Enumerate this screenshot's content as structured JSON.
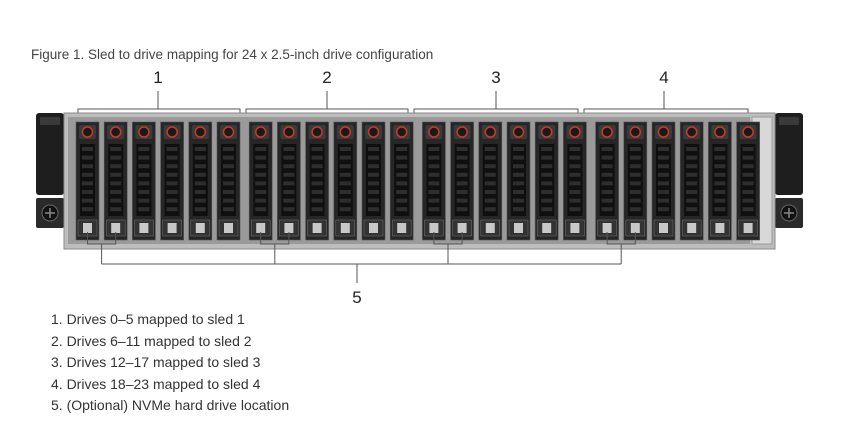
{
  "figure": {
    "caption": "Figure 1. Sled to drive mapping for 24 x 2.5-inch drive configuration"
  },
  "callouts": {
    "sled_groups": [
      "1",
      "2",
      "3",
      "4"
    ],
    "nvme": "5"
  },
  "chassis": {
    "drive_count": 24,
    "drives_per_sled": 6,
    "nvme_drive_indices": [
      0,
      1,
      6,
      7,
      12,
      13,
      18,
      19
    ],
    "colors": {
      "bezel": "#1f1f1f",
      "drive_carrier": "#262626",
      "drive_grille": "#0f0f0f",
      "metal": "#c8c8c8",
      "led": "#c83a2a",
      "callout_line": "#555555"
    }
  },
  "legend": {
    "items": [
      "1. Drives 0–5 mapped to sled 1",
      "2. Drives 6–11 mapped to sled 2",
      "3. Drives 12–17 mapped to sled 3",
      "4. Drives 18–23 mapped to sled 4",
      "5. (Optional) NVMe hard drive location"
    ]
  }
}
